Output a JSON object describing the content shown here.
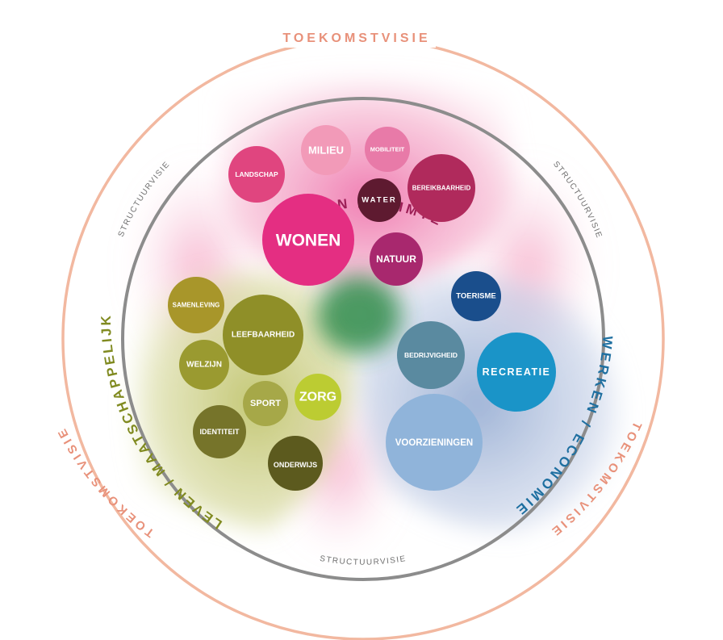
{
  "outer_ring": {
    "label_top": "TOEKOMSTVISIE",
    "label_left": "TOEKOMSTVISIE",
    "label_right": "TOEKOMSTVISIE",
    "color": "#f2b8a0",
    "text_color": "#e8917a"
  },
  "inner_ring": {
    "label_upper_left": "STRUCTUURVISIE",
    "label_upper_right": "STRUCTUURVISIE",
    "label_bottom": "STRUCTUURVISIE",
    "color": "#8c8c8c",
    "text_color": "#6f6f6f"
  },
  "sectors": {
    "wonen": {
      "title": "WONEN / RUIMTE",
      "color": "#9c1f56",
      "fill": "#f0a0c4"
    },
    "leven": {
      "title": "LEVEN / MAATSCHAPPELIJK",
      "color": "#808a20",
      "fill": "#c4c878"
    },
    "werken": {
      "title": "WERKEN / ECONOMIE",
      "color": "#1e6fa0",
      "fill": "#aab8d8"
    },
    "center_color": "#2e8a4a"
  },
  "bubbles": {
    "landschap": {
      "label": "LANDSCHAP",
      "color": "#e0457f"
    },
    "milieu": {
      "label": "MILIEU",
      "color": "#f29ab8"
    },
    "mobiliteit": {
      "label": "MOBILITEIT",
      "color": "#e87aa8"
    },
    "water": {
      "label": "WATER",
      "color": "#5e1a30"
    },
    "bereikbaarheid": {
      "label": "BEREIKBAARHEID",
      "color": "#b02a5c"
    },
    "wonen": {
      "label": "WONEN",
      "color": "#e42e82"
    },
    "natuur": {
      "label": "NATUUR",
      "color": "#a8286e"
    },
    "samenleving": {
      "label": "SAMENLEVING",
      "color": "#a8962a"
    },
    "leefbaarheid": {
      "label": "LEEFBAARHEID",
      "color": "#8f8f28"
    },
    "welzijn": {
      "label": "WELZIJN",
      "color": "#9a9a30"
    },
    "sport": {
      "label": "SPORT",
      "color": "#a6a848"
    },
    "zorg": {
      "label": "ZORG",
      "color": "#bccc32"
    },
    "identiteit": {
      "label": "IDENTITEIT",
      "color": "#76742a"
    },
    "onderwijs": {
      "label": "ONDERWIJS",
      "color": "#5c5a1e"
    },
    "toerisme": {
      "label": "TOERISME",
      "color": "#1a4e8c"
    },
    "bedrijvigheid": {
      "label": "BEDRIJVIGHEID",
      "color": "#5a8aa0"
    },
    "recreatie": {
      "label": "RECREATIE",
      "color": "#1a94c8"
    },
    "voorzieningen": {
      "label": "VOORZIENINGEN",
      "color": "#90b4da"
    }
  }
}
